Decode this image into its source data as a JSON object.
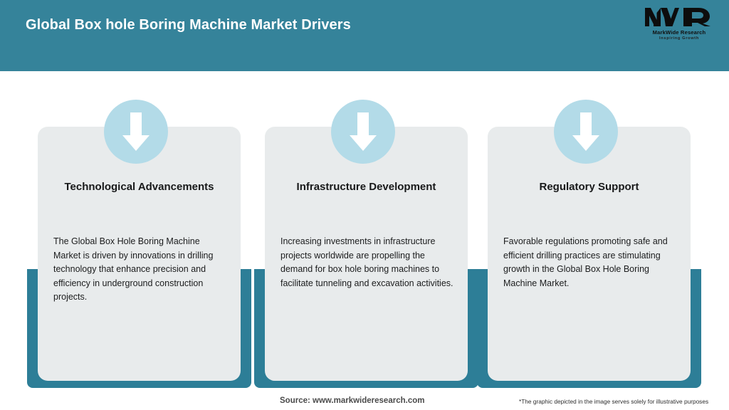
{
  "header": {
    "title": "Global Box hole Boring Machine Market Drivers",
    "bar_color": "#35839a",
    "title_color": "#ffffff"
  },
  "logo": {
    "mark": "MWR",
    "name": "MarkWide Research",
    "tagline": "Inspiring Growth"
  },
  "theme": {
    "teal": "#2d7e97",
    "card_bg": "#e8ebec",
    "circle_bg": "#b3dbe8",
    "arrow_color": "#ffffff",
    "page_bg": "#ffffff"
  },
  "cards": [
    {
      "icon": "arrow-down-icon",
      "title": "Technological Advancements",
      "body": "The Global Box Hole Boring Machine Market is driven by innovations in drilling technology that enhance precision and efficiency in underground construction projects."
    },
    {
      "icon": "arrow-down-icon",
      "title": "Infrastructure Development",
      "body": "Increasing investments in infrastructure projects worldwide are propelling the demand for box hole boring machines to facilitate tunneling and excavation activities."
    },
    {
      "icon": "arrow-down-icon",
      "title": "Regulatory Support",
      "body": "Favorable regulations promoting safe and efficient drilling practices are stimulating growth in the Global Box Hole Boring Machine Market."
    }
  ],
  "footer": {
    "source": "Source: www.markwideresearch.com",
    "disclaimer": "*The graphic depicted in the image serves solely for illustrative purposes"
  }
}
